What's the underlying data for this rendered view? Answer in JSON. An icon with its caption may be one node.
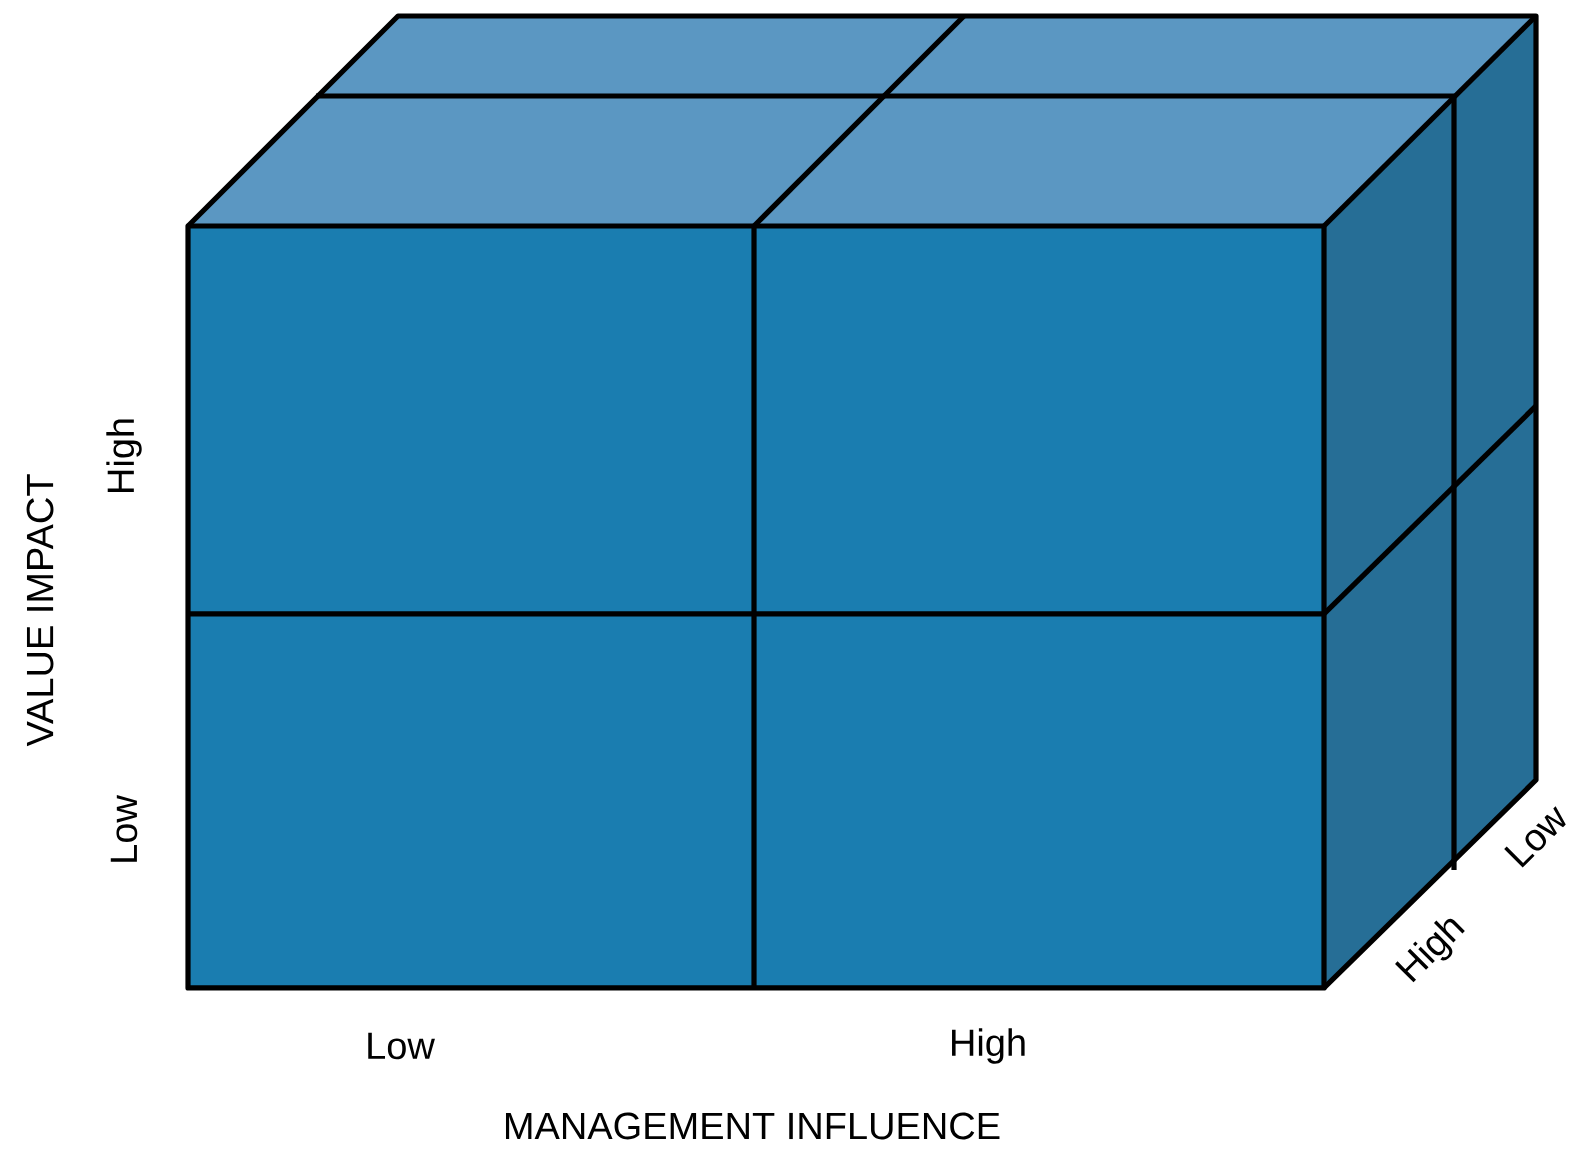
{
  "diagram": {
    "labels": [
      "High",
      "VALUE IMPACT",
      "Low",
      "Low",
      "High",
      "High",
      "Low",
      "MANAGEMENT INFLUENCE"
    ]
  }
}
